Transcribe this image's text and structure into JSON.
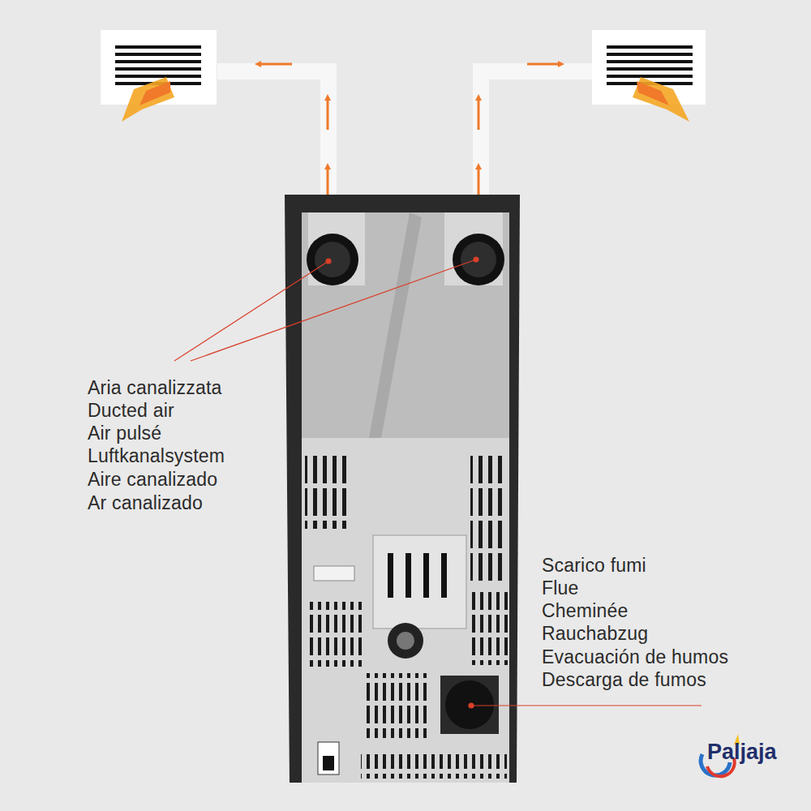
{
  "diagram": {
    "labels": [
      "Aria canalizzata",
      "Ducted air",
      "Air pulsé",
      "Luftkanalsystem",
      "Aire canalizado",
      "Ar canalizado",
      "Scarico fumi",
      "Flue",
      "Cheminée",
      "Rauchabzug",
      "Evacuación de humos",
      "Descarga de fumos",
      "Paljaja"
    ]
  }
}
